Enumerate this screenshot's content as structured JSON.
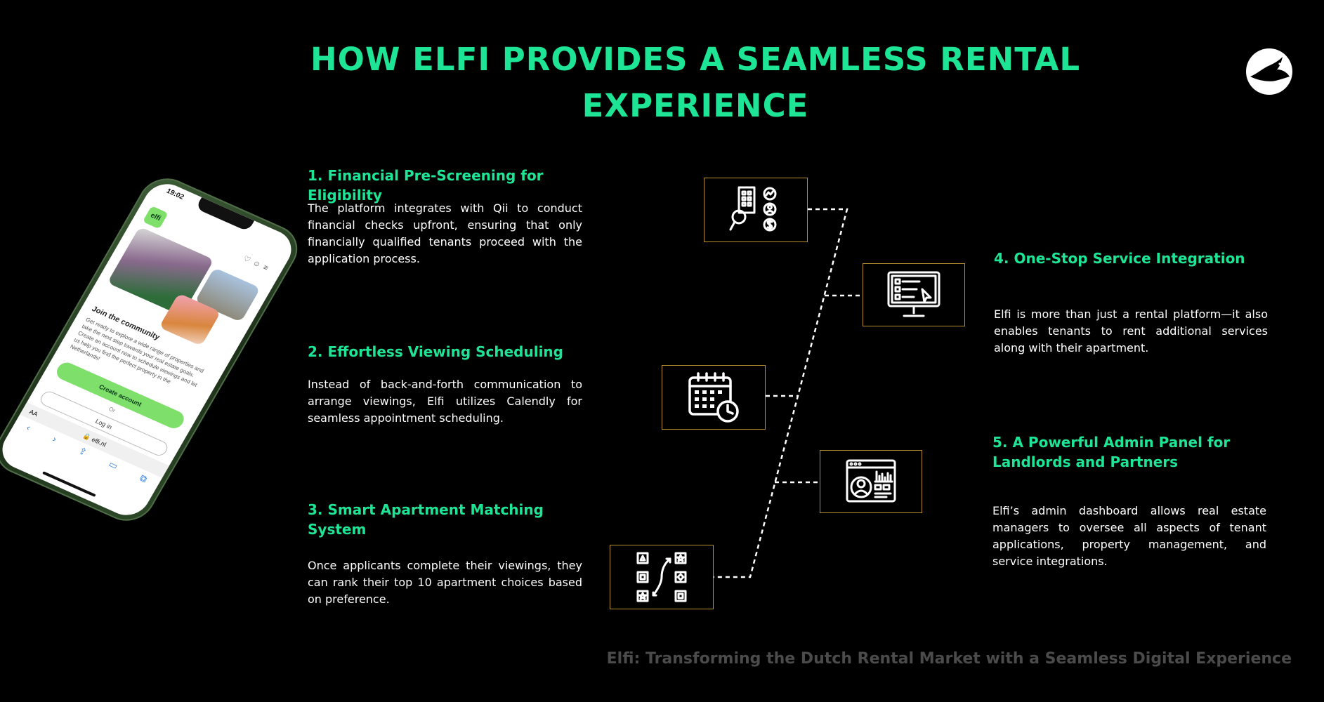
{
  "title": {
    "line1": "HOW ELFI PROVIDES A SEAMLESS RENTAL",
    "line2": "EXPERIENCE"
  },
  "sections": [
    {
      "heading": "1. Financial Pre-Screening for Eligibility",
      "body": "The platform integrates with Qii to conduct financial checks upfront, ensuring that only financially qualified tenants proceed with the application process."
    },
    {
      "heading": "2. Effortless Viewing Scheduling",
      "body": "Instead of back-and-forth communication to arrange viewings, Elfi utilizes Calendly for seamless appointment scheduling."
    },
    {
      "heading": "3. Smart Apartment Matching System",
      "body": "Once applicants complete their viewings, they can rank their top 10 apartment choices based on preference."
    },
    {
      "heading": "4. One-Stop Service Integration",
      "body": "Elfi is more than just a rental platform—it also enables tenants to rent additional services along with their apartment."
    },
    {
      "heading": "5. A Powerful Admin Panel for Landlords and Partners",
      "body": "Elfi’s admin dashboard allows real estate managers to oversee all aspects of tenant applications, property management, and service integrations."
    }
  ],
  "icons": {
    "box1": "financial-screening-icon",
    "box2": "calendar-clock-icon",
    "box3": "ranking-matching-icon",
    "box4": "monitor-checklist-icon",
    "box5": "admin-dashboard-icon",
    "logo": "elfi-bird-logo-icon"
  },
  "colors": {
    "accent": "#1ee596",
    "box_border": "#b8912a",
    "background": "#000000",
    "footer": "#4b4b4b"
  },
  "phone": {
    "time": "19:02",
    "logo_text": "elfi",
    "join_title": "Join the community",
    "join_text": "Get ready to explore a wide range of properties and take the next step towards your real estate goals. Create an account now to schedule viewings and let us help you find the perfect property in the Netherlands!",
    "create_button": "Create account",
    "or_text": "Or",
    "login_button": "Log in",
    "aa_label": "AA",
    "url": "elfi.nl"
  },
  "footer": "Elfi: Transforming the Dutch Rental Market with a Seamless Digital Experience"
}
